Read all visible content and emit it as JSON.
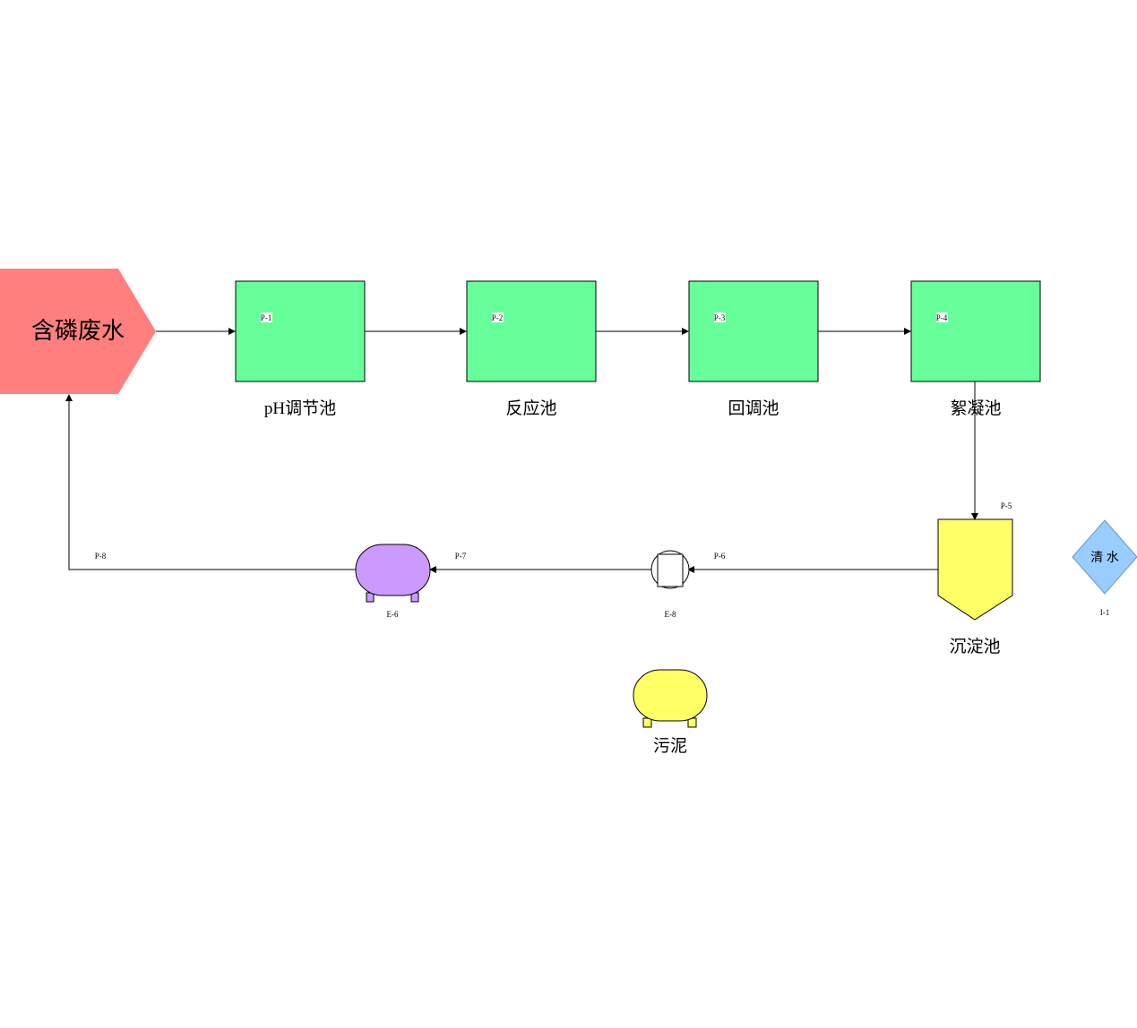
{
  "source": {
    "label": "含磷废水",
    "color": "#ff7f7f"
  },
  "tanks": [
    {
      "tag": "P-1",
      "label": "pH调节池"
    },
    {
      "tag": "P-2",
      "label": "反应池"
    },
    {
      "tag": "P-3",
      "label": "回调池"
    },
    {
      "tag": "P-4",
      "label": "絮凝池"
    }
  ],
  "tank_color": "#66ff99",
  "settler": {
    "tag": "P-5",
    "label": "沉淀池",
    "color": "#ffff66"
  },
  "pump": {
    "tag": "E-8",
    "pipe_tag": "P-6"
  },
  "vessel": {
    "tag": "E-6",
    "pipe_tag": "P-7",
    "color": "#cc99ff"
  },
  "return_pipe": {
    "tag": "P-8"
  },
  "sludge": {
    "label": "污泥",
    "color": "#ffff66"
  },
  "clean_water": {
    "label": "清 水",
    "tag": "I-1",
    "color": "#99ccff"
  }
}
